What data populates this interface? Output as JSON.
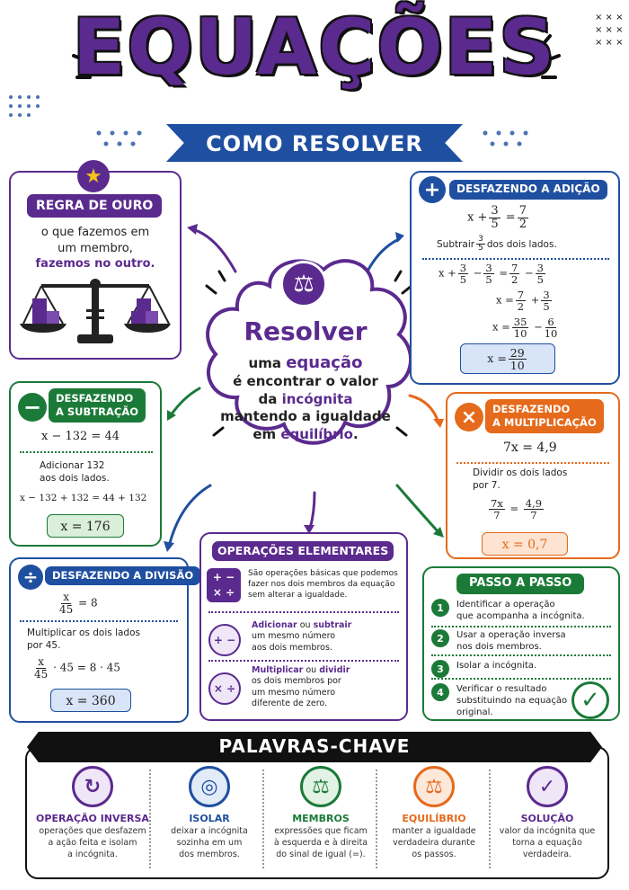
{
  "header": {
    "title": "EQUAÇÕES",
    "subtitle": "COMO RESOLVER"
  },
  "colors": {
    "purple": "#5b2a8e",
    "blue": "#1f4fa0",
    "green": "#1b7a38",
    "orange": "#e56a1b",
    "dark": "#111111"
  },
  "center": {
    "line1": "Resolver",
    "line2a": "uma ",
    "line2b": "equação",
    "line3": "é encontrar o valor",
    "line4a": "da ",
    "line4b": "incógnita",
    "line5": "mantendo a igualdade",
    "line6a": "em ",
    "line6b": "equilíbrio",
    "line6c": "."
  },
  "golden": {
    "title": "REGRA DE OURO",
    "text1": "o que fazemos em",
    "text2": "um membro,",
    "text3": "fazemos no outro."
  },
  "addition": {
    "title": "DESFAZENDO A ADIÇÃO",
    "e1a": "x +",
    "f1n": "3",
    "f1d": "5",
    "e1b": "=",
    "f2n": "7",
    "f2d": "2",
    "note_a": "Subtrair",
    "nf_n": "3",
    "nf_d": "5",
    "note_b": "dos dois lados.",
    "r1a": "x +",
    "r1f1n": "3",
    "r1f1d": "5",
    "r1op": "−",
    "r1f2n": "3",
    "r1f2d": "5",
    "r1eq": "=",
    "r1f3n": "7",
    "r1f3d": "2",
    "r1op2": "−",
    "r1f4n": "3",
    "r1f4d": "5",
    "r2a": "x",
    "r2eq": "=",
    "r2f1n": "7",
    "r2f1d": "2",
    "r2op": "+",
    "r2f2n": "3",
    "r2f2d": "5",
    "r3a": "x",
    "r3eq": "=",
    "r3f1n": "35",
    "r3f1d": "10",
    "r3op": "−",
    "r3f2n": "6",
    "r3f2d": "10",
    "ans_a": "x =",
    "ans_n": "29",
    "ans_d": "10"
  },
  "subtraction": {
    "title1": "DESFAZENDO",
    "title2": "A SUBTRAÇÃO",
    "eq": "x − 132 = 44",
    "note1": "Adicionar 132",
    "note2": "aos dois lados.",
    "step": "x − 132 + 132  =  44 + 132",
    "ans": "x = 176"
  },
  "multiplication": {
    "title1": "DESFAZENDO",
    "title2": "A MULTIPLICAÇÃO",
    "eq": "7x  =  4,9",
    "note1": "Dividir os dois lados",
    "note2": "por 7.",
    "f1n": "7x",
    "f1d": "7",
    "eqs": "=",
    "f2n": "4,9",
    "f2d": "7",
    "ans": "x = 0,7"
  },
  "division": {
    "title": "DESFAZENDO A DIVISÃO",
    "f1n": "x",
    "f1d": "45",
    "e1": "=  8",
    "note1": "Multiplicar os dois lados",
    "note2": "por 45.",
    "f2n": "x",
    "f2d": "45",
    "e2": "· 45  =  8 · 45",
    "ans": "x = 360"
  },
  "ops": {
    "title": "OPERAÇÕES ELEMENTARES",
    "i1": "+ −\n× ÷",
    "t1a": "São operações básicas que podemos",
    "t1b": "fazer nos dois membros da equação",
    "t1c": "sem alterar a igualdade.",
    "i2": "+ −",
    "t2a": "Adicionar",
    "t2b": " ou ",
    "t2c": "subtrair",
    "t2d": "um mesmo número",
    "t2e": "aos dois membros.",
    "i3": "× ÷",
    "t3a": "Multiplicar",
    "t3b": " ou ",
    "t3c": "dividir",
    "t3d": "os dois membros por",
    "t3e": "um mesmo número",
    "t3f": "diferente de zero."
  },
  "steps": {
    "title": "PASSO A PASSO",
    "items": [
      {
        "n": "1",
        "a": "Identificar a operação",
        "b": "que acompanha a incógnita."
      },
      {
        "n": "2",
        "a": "Usar a operação inversa",
        "b": "nos dois membros."
      },
      {
        "n": "3",
        "a": "Isolar a incógnita.",
        "b": ""
      },
      {
        "n": "4",
        "a": "Verificar o resultado",
        "b": "substituindo na equação",
        "c": "original."
      }
    ]
  },
  "keywords": {
    "title": "PALAVRAS-CHAVE",
    "items": [
      {
        "icon": "↻",
        "t": "OPERAÇÃO INVERSA",
        "d1": "operações que desfazem",
        "d2": "a ação feita e isolam",
        "d3": "a incógnita."
      },
      {
        "icon": "◎",
        "t": "ISOLAR",
        "d1": "deixar a incógnita",
        "d2": "sozinha em um",
        "d3": "dos membros."
      },
      {
        "icon": "⚖",
        "t": "MEMBROS",
        "d1": "expressões que ficam",
        "d2": "à esquerda e à direita",
        "d3": "do sinal de igual (=)."
      },
      {
        "icon": "⚖",
        "t": "EQUILÍBRIO",
        "d1": "manter a igualdade",
        "d2": "verdadeira durante",
        "d3": "os passos."
      },
      {
        "icon": "✓",
        "t": "SOLUÇÃO",
        "d1": "valor da incógnita que",
        "d2": "torna a equação",
        "d3": "verdadeira."
      }
    ]
  }
}
